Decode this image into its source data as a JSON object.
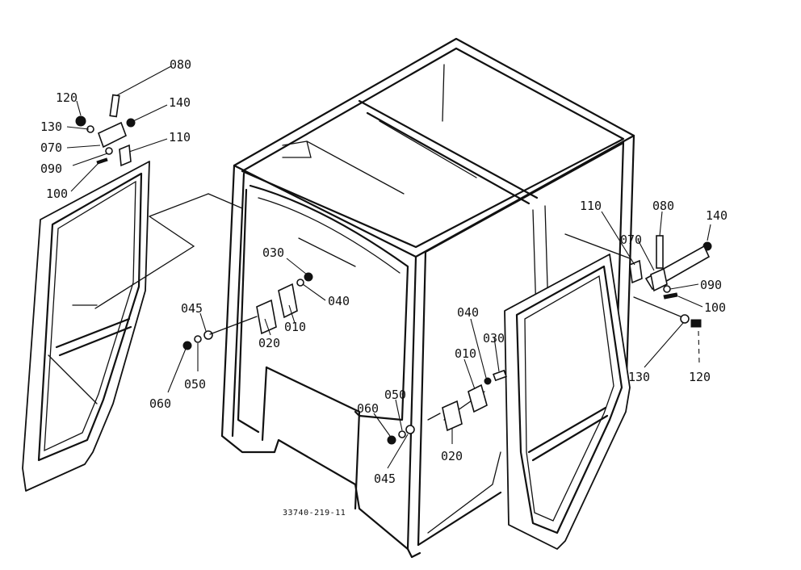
{
  "drawing": {
    "reference_number": "33740-219-11"
  },
  "callouts_left_hinge": {
    "c080": "080",
    "c120": "120",
    "c140": "140",
    "c130": "130",
    "c070": "070",
    "c110": "110",
    "c090": "090",
    "c100": "100"
  },
  "callouts_left_latch": {
    "c030": "030",
    "c040": "040",
    "c045": "045",
    "c020": "020",
    "c010": "010",
    "c050": "050",
    "c060": "060"
  },
  "callouts_right_latch": {
    "c040": "040",
    "c030": "030",
    "c010": "010",
    "c050": "050",
    "c060": "060",
    "c020": "020",
    "c045": "045"
  },
  "callouts_right_hinge": {
    "c110": "110",
    "c080": "080",
    "c140": "140",
    "c070": "070",
    "c090": "090",
    "c100": "100",
    "c130": "130",
    "c120": "120"
  }
}
